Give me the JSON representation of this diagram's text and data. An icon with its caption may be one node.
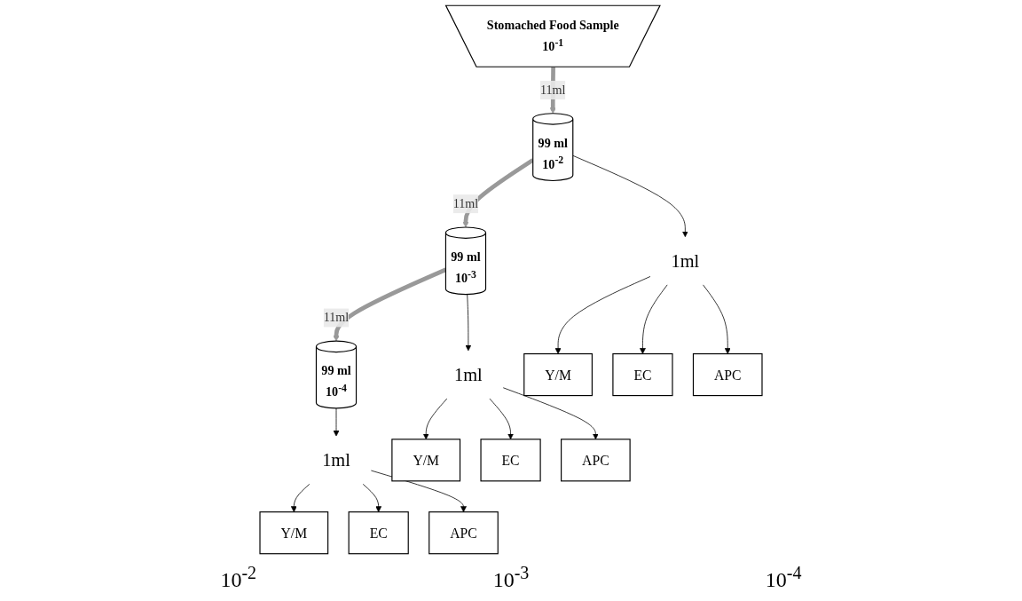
{
  "diagram": {
    "nodes": [
      {
        "text": [
          "Stomached Food Sample",
          "10$^{-1}$"
        ]
      },
      {
        "text": [
          "99 ml",
          "10$^{-2}$"
        ]
      },
      {
        "text": [
          "99 ml",
          "10$^{-3}$"
        ]
      },
      {
        "text": [
          "99 ml",
          "10$^{-4}$"
        ]
      },
      {
        "text": [
          "1ml"
        ]
      },
      {
        "text": [
          "1ml"
        ]
      },
      {
        "text": [
          "1ml"
        ]
      },
      {
        "text": [
          "Y/M"
        ]
      },
      {
        "text": [
          "EC"
        ]
      },
      {
        "text": [
          "APC"
        ]
      },
      {
        "text": [
          "Y/M"
        ]
      },
      {
        "text": [
          "EC"
        ]
      },
      {
        "text": [
          "APC"
        ]
      },
      {
        "text": [
          "Y/M"
        ]
      },
      {
        "text": [
          "EC"
        ]
      },
      {
        "text": [
          "APC"
        ]
      }
    ],
    "edges": [
      {
        "from": 0,
        "to": 1,
        "arrow": "to",
        "label": "11ml",
        "style": "thick",
        "color": "#999999"
      },
      {
        "from": 1,
        "to": 2,
        "arrow": "to",
        "label": "11ml",
        "style": "thick",
        "color": "#999999"
      },
      {
        "from": 2,
        "to": 3,
        "arrow": "to",
        "label": "11ml",
        "style": "thick",
        "color": "#999999"
      },
      {
        "from": 1,
        "to": 4,
        "arrow": "to"
      },
      {
        "from": 2,
        "to": 5,
        "arrow": "to"
      },
      {
        "from": 3,
        "to": 6,
        "arrow": "to"
      },
      {
        "from": 4,
        "to": 7,
        "arrow": "to"
      },
      {
        "from": 4,
        "to": 8,
        "arrow": "to"
      },
      {
        "from": 4,
        "to": 9,
        "arrow": "to"
      },
      {
        "from": 5,
        "to": 10,
        "arrow": "to"
      },
      {
        "from": 5,
        "to": 11,
        "arrow": "to"
      },
      {
        "from": 5,
        "to": 12,
        "arrow": "to"
      },
      {
        "from": 6,
        "to": 13,
        "arrow": "to"
      },
      {
        "from": 6,
        "to": 14,
        "arrow": "to"
      },
      {
        "from": 6,
        "to": 15,
        "arrow": "to"
      }
    ],
    "labels": [
      "10$^{-2}$",
      "10$^{-3}$",
      "10$^{-4}$"
    ]
  }
}
